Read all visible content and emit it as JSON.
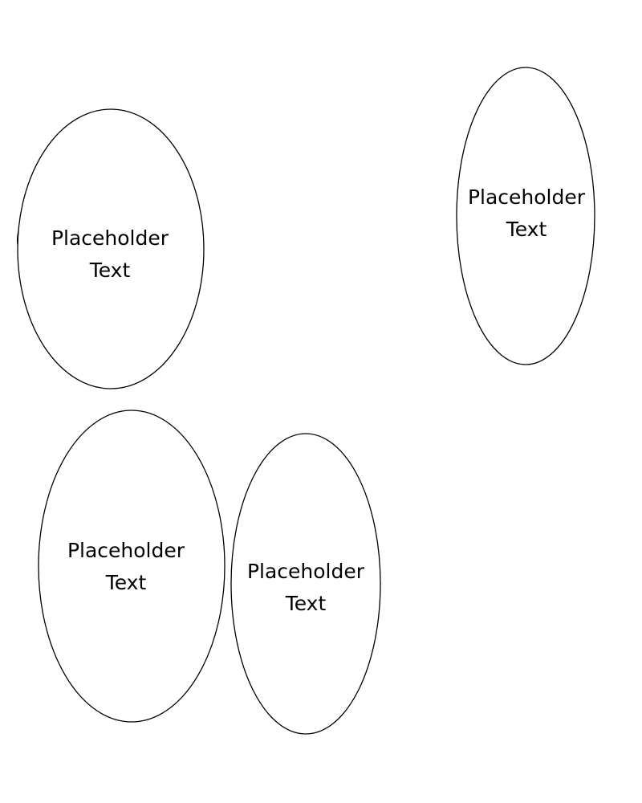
{
  "shapes": [
    {
      "id": "ellipse-1",
      "lines": [
        "Placeholder",
        "Text"
      ]
    },
    {
      "id": "ellipse-2",
      "lines": [
        "Placeholder",
        "Text"
      ]
    },
    {
      "id": "ellipse-3",
      "lines": [
        "Placeholder",
        "Text"
      ]
    },
    {
      "id": "ellipse-4",
      "lines": [
        "Placeholder",
        "Text"
      ]
    }
  ],
  "colors": {
    "stroke": "#000000",
    "fill": "#ffffff"
  }
}
